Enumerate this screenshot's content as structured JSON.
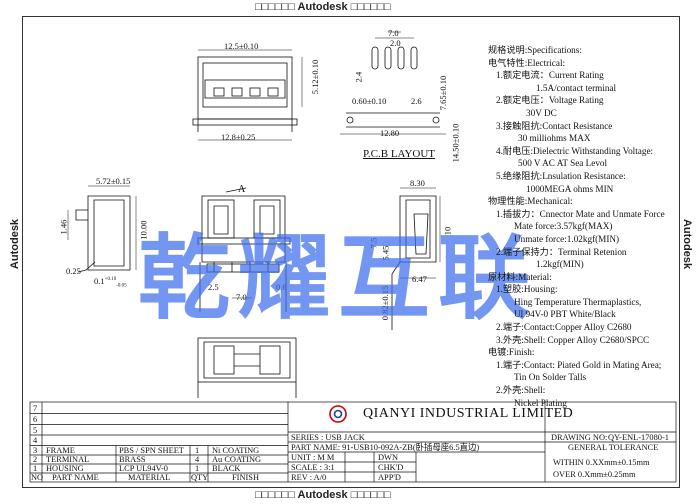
{
  "border": {
    "brand": "Autodesk",
    "marks": "□□□□□□"
  },
  "dims": {
    "d1": "12.5±0.10",
    "d2": "5.12±0.10",
    "d3": "12.8±0.25",
    "d4": "7.0",
    "d5": "2.0",
    "d6": "2.4",
    "d7": "0.60±0.10",
    "d8": "2.6",
    "d9": "7.65±0.10",
    "d10": "12.80",
    "d11": "14.50±0.10",
    "d12": "5.72±0.15",
    "d13": "1.46",
    "d14": "10.00",
    "d15": "0.25",
    "d16": "0.1",
    "d16sup": "+0.10",
    "d16sub": "-0.05",
    "d17": "A",
    "d18": "2.5",
    "d19": "7.0",
    "d20": "0.6",
    "d21": "8.30",
    "d22": "7.5",
    "d23": "5.45",
    "d24": "10",
    "d25": "6.47",
    "d26": "0.82±0.15"
  },
  "pcb_layout": "P.C.B LAYOUT",
  "spec_lines": [
    "规格说明:Specifications:",
    "电气特性:Electrical:",
    "1.额定电流：Current Rating",
    "1.5A/contact terminal",
    "2.额定电压：Voltage Rating",
    "30V DC",
    "3.接触阻抗:Contact Resistance",
    "30 milliohms MAX",
    "4.耐电压:Dielectric Withstanding Voltage:",
    "500 V AC AT Sea Levol",
    "5.绝缘阻抗:Lnsulation Resistance:",
    "1000MEGA ohms MIN",
    "物理性能:Mechanical:",
    "1.插拔力：Cnnector Mate and Unmate Force",
    "Mate force:3.57kgf(MAX)",
    "Unmate force:1.02kgf(MIN)",
    "2.端子保持力：Terminal Retenion",
    "1.2kgf(MIN)",
    "原材料:Material:",
    "1.塑胶:Housing:",
    "Hing Temperature  Thermaplastics,",
    "Ul 94V-0  PBT White/Black",
    "2.端子:Contact:Copper Alloy C2680",
    "3.外壳:Shell: Copper Alloy C2680/SPCC",
    "电镀:Finish:",
    "1.端子:Contact: Piated Gold in Mating Area;",
    "Tin On Solder Talls",
    "2.外壳:Shell:",
    "Nickel Plating"
  ],
  "watermark": "乾耀互联",
  "title_block": {
    "company": "QIANYI  INDUSTRIAL  LIMITED",
    "drawing_no_label": "DRAWING NO:",
    "drawing_no": "QY-ENL-17080-1",
    "series": "SERIES : USB JACK",
    "part_name": "PART NAME: 91-USB10-092A-ZB(卧插母座6.5直边)",
    "unit": "UNIT : M M",
    "scale": "SCALE : 3:1",
    "rev": "REV  : A/0",
    "dwn": "DWN",
    "chkd": "CHK'D",
    "appd": "APP'D",
    "tolerance_title": "GENERAL TOLERANCE",
    "tol1": "WITHIN 0.XXmm±0.15mm",
    "tol2": "OVER  0.Xmm±0.25mm",
    "rows": [
      {
        "no": "7",
        "part": "",
        "material": "",
        "qty": "",
        "finish": ""
      },
      {
        "no": "6",
        "part": "",
        "material": "",
        "qty": "",
        "finish": ""
      },
      {
        "no": "5",
        "part": "",
        "material": "",
        "qty": "",
        "finish": ""
      },
      {
        "no": "4",
        "part": "",
        "material": "",
        "qty": "",
        "finish": ""
      },
      {
        "no": "3",
        "part": "FRAME",
        "material": "PBS / SPN SHEET",
        "qty": "1",
        "finish": "Ni COATING"
      },
      {
        "no": "2",
        "part": "TERMINAL",
        "material": "BRASS",
        "qty": "4",
        "finish": "Au COATING"
      },
      {
        "no": "1",
        "part": "HOUSING",
        "material": "LCP  UL94V-0",
        "qty": "1",
        "finish": "BLACK"
      }
    ],
    "header": {
      "no": "NO",
      "part": "PART NAME",
      "material": "MATERIAL",
      "qty": "QTY",
      "finish": "FINISH"
    }
  }
}
